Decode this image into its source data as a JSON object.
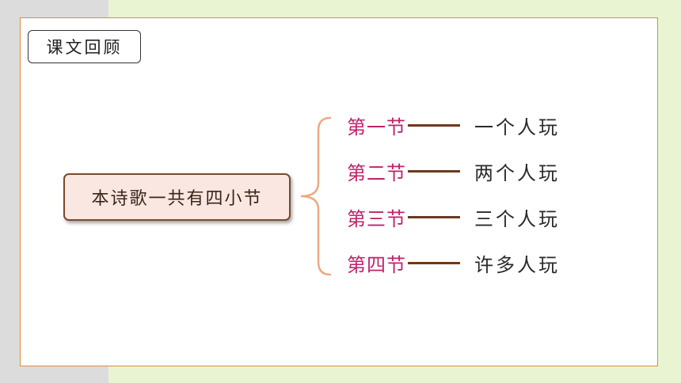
{
  "header": {
    "title": "课文回顾"
  },
  "main": {
    "topic": "本诗歌一共有四小节"
  },
  "sections": [
    {
      "label": "第一节",
      "desc": "一个人玩"
    },
    {
      "label": "第二节",
      "desc": "两个人玩"
    },
    {
      "label": "第三节",
      "desc": "三个人玩"
    },
    {
      "label": "第四节",
      "desc": "许多人玩"
    }
  ],
  "colors": {
    "section_label": "#c0226a",
    "brace": "#f0a883",
    "card_border": "#e08a3c",
    "main_box_fill": "#fbe7e2",
    "main_box_border": "#7a4a2e"
  }
}
